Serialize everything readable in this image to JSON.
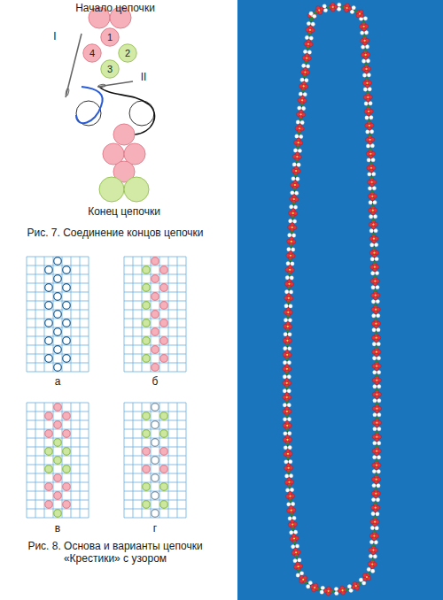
{
  "diagram": {
    "nodes": [
      {
        "text": [
          "1"
        ]
      },
      {
        "text": [
          "2"
        ]
      },
      {
        "text": [
          "3"
        ]
      },
      {
        "text": [
          "4"
        ]
      }
    ],
    "labels": [
      "Начало цепочки",
      "I",
      "II",
      "Конец цепочки",
      "Рис. 7. Соединение концов цепочки",
      "а",
      "б",
      "в",
      "г",
      "Рис. 8. Основа и варианты цепочки «Крестики» с узором"
    ]
  }
}
